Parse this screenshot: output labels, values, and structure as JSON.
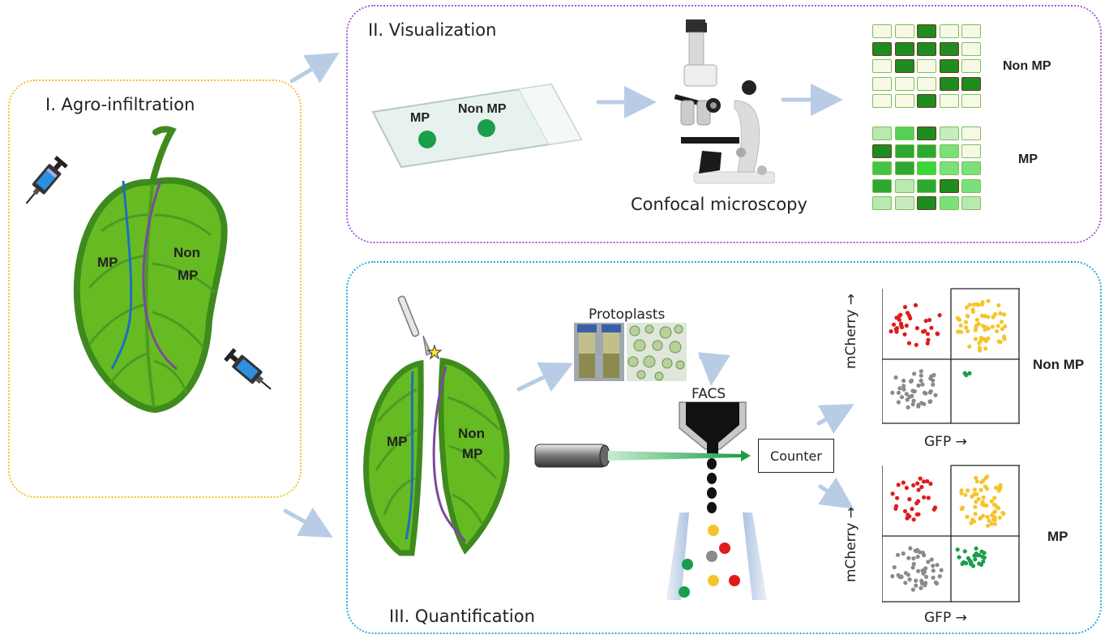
{
  "sections": {
    "agro": {
      "title": "I. Agro-infiltration",
      "border_color": "#f2c12e"
    },
    "visualization": {
      "title": "II. Visualization",
      "border_color": "#a65bd9"
    },
    "quantification": {
      "title": "III. Quantification",
      "border_color": "#2ba8d9"
    }
  },
  "leaf1": {
    "left_label": "MP",
    "right_label_line1": "Non",
    "right_label_line2": "MP"
  },
  "slide": {
    "spot1_label": "MP",
    "spot2_label": "Non MP"
  },
  "microscope": {
    "caption": "Confocal microscopy"
  },
  "grids": {
    "non_mp": {
      "label": "Non MP",
      "rows": [
        [
          "#f7f9e6",
          "#f7f9e6",
          "#1e8c1e",
          "#f7f9e6",
          "#f7f9e6"
        ],
        [
          "#1e8c1e",
          "#1e8c1e",
          "#1e8c1e",
          "#1e8c1e",
          "#f7f9e6"
        ],
        [
          "#f7f9e6",
          "#1e8c1e",
          "#f7f9e6",
          "#1e8c1e",
          "#f7f9e6"
        ],
        [
          "#f7f9e6",
          "#f7f9e6",
          "#f7f9e6",
          "#1e8c1e",
          "#1e8c1e"
        ],
        [
          "#f7f9e6",
          "#f7f9e6",
          "#1e8c1e",
          "#f7f9e6",
          "#f7f9e6"
        ]
      ]
    },
    "mp": {
      "label": "MP",
      "rows": [
        [
          "#b9e8b0",
          "#55d055",
          "#1e8c1e",
          "#c8ecc0",
          "#f7f9e6"
        ],
        [
          "#1e8c1e",
          "#2ea82e",
          "#2ea82e",
          "#7ae07a",
          "#f7f9e6"
        ],
        [
          "#44c444",
          "#2ea82e",
          "#38d838",
          "#7ae07a",
          "#7ae07a"
        ],
        [
          "#2ea82e",
          "#b9e8b0",
          "#2ea82e",
          "#1e8c1e",
          "#7ae07a"
        ],
        [
          "#b9e8b0",
          "#c8ecc0",
          "#1e8c1e",
          "#7ae07a",
          "#b9e8b0"
        ]
      ]
    }
  },
  "leaf2": {
    "left_label": "MP",
    "right_label_line1": "Non",
    "right_label_line2": "MP"
  },
  "protoplasts": {
    "label": "Protoplasts"
  },
  "facs": {
    "label": "FACS"
  },
  "counter": {
    "label": "Counter"
  },
  "plots": {
    "non_mp": {
      "side_label": "Non MP",
      "y_axis": "mCherry",
      "x_axis": "GFP"
    },
    "mp": {
      "side_label": "MP",
      "y_axis": "mCherry",
      "x_axis": "GFP"
    }
  },
  "colors": {
    "red": "#e01b1b",
    "yellow": "#f5c42c",
    "grey": "#8a8a8a",
    "green": "#1a9e4a",
    "leaf": "#66bb22",
    "leaf_edge": "#3f8a1e",
    "vein_blue": "#1e6fbf",
    "vein_purple": "#7a4aa0",
    "arrow": "#b8cce6"
  },
  "icons": [
    "syringe-icon",
    "scalpel-icon",
    "microscope-icon",
    "laser-icon",
    "facs-nozzle-icon",
    "vial-icon"
  ]
}
